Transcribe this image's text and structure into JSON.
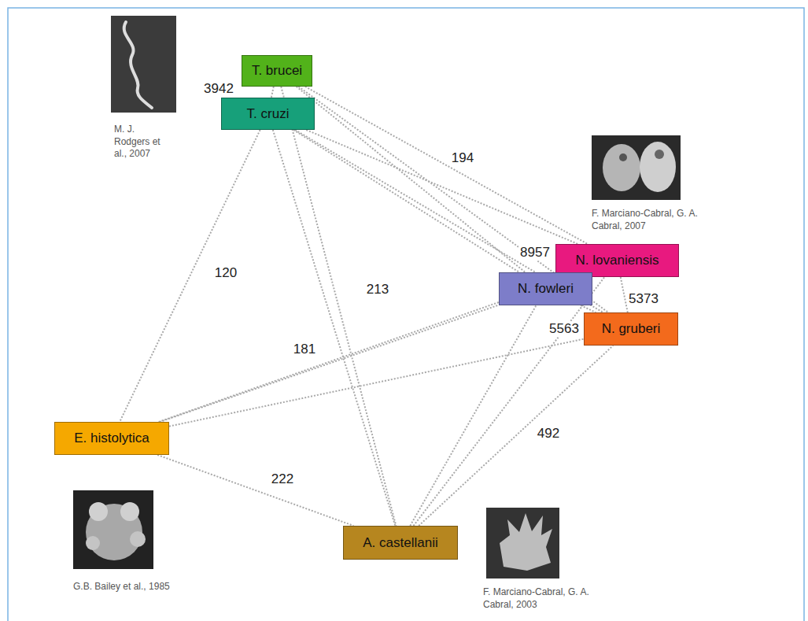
{
  "diagram": {
    "nodes": [
      {
        "text": [
          "T. brucei"
        ]
      },
      {
        "text": [
          "T. cruzi"
        ]
      },
      {
        "text": [
          "N. lovaniensis"
        ]
      },
      {
        "text": [
          "N. fowleri"
        ]
      },
      {
        "text": [
          "N. gruberi"
        ]
      },
      {
        "text": [
          "E. histolytica"
        ]
      },
      {
        "text": [
          "A. castellanii"
        ]
      }
    ],
    "edges": [
      {
        "from": 0,
        "to": 1,
        "label": "3942",
        "arrow": "none"
      },
      {
        "from": 0,
        "to": 2,
        "label": "194",
        "arrow": "none"
      },
      {
        "from": 0,
        "to": 3,
        "arrow": "none"
      },
      {
        "from": 0,
        "to": 4,
        "arrow": "none"
      },
      {
        "from": 0,
        "to": 6,
        "arrow": "none"
      },
      {
        "from": 1,
        "to": 2,
        "arrow": "none"
      },
      {
        "from": 1,
        "to": 3,
        "arrow": "none"
      },
      {
        "from": 1,
        "to": 4,
        "arrow": "none"
      },
      {
        "from": 1,
        "to": 5,
        "label": "120",
        "arrow": "none"
      },
      {
        "from": 1,
        "to": 6,
        "label": "213",
        "arrow": "none"
      },
      {
        "from": 3,
        "to": 2,
        "label": "8957",
        "arrow": "none"
      },
      {
        "from": 2,
        "to": 4,
        "label": "5373",
        "arrow": "none"
      },
      {
        "from": 3,
        "to": 4,
        "label": "5563",
        "arrow": "none"
      },
      {
        "from": 5,
        "to": 3,
        "label": "181",
        "arrow": "none"
      },
      {
        "from": 5,
        "to": 2,
        "arrow": "none"
      },
      {
        "from": 5,
        "to": 4,
        "arrow": "none"
      },
      {
        "from": 5,
        "to": 6,
        "label": "222",
        "arrow": "none"
      },
      {
        "from": 6,
        "to": 3,
        "arrow": "none"
      },
      {
        "from": 6,
        "to": 2,
        "arrow": "none"
      },
      {
        "from": 6,
        "to": 4,
        "label": "492",
        "arrow": "none"
      }
    ],
    "labels": [
      "M. J. Rodgers et al., 2007",
      "F. Marciano-Cabral, G. A. Cabral, 2007",
      "G.B. Bailey et al., 1985",
      "F. Marciano-Cabral, G. A. Cabral, 2003"
    ]
  }
}
